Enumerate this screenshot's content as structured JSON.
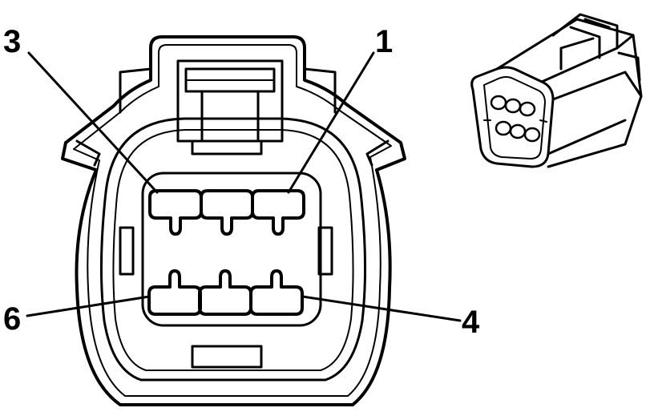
{
  "callouts": {
    "pin_3": "3",
    "pin_1": "1",
    "pin_6": "6",
    "pin_4": "4"
  },
  "colors": {
    "line": "#000000",
    "background": "#ffffff"
  }
}
